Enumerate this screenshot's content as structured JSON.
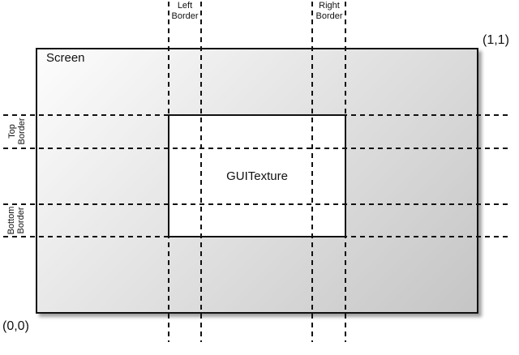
{
  "diagram": {
    "screen_label": "Screen",
    "guitexture_label": "GUITexture",
    "coordinates": {
      "origin": "(0,0)",
      "top_right": "(1,1)"
    },
    "border_labels": {
      "left": {
        "line1": "Left",
        "line2": "Border"
      },
      "right": {
        "line1": "Right",
        "line2": "Border"
      },
      "top": {
        "line1": "Top",
        "line2": "Border"
      },
      "bottom": {
        "line1": "Bottom",
        "line2": "Border"
      }
    },
    "colors": {
      "gradient_start": "#fdfdfd",
      "gradient_end": "#c5c5c5",
      "line": "#111111",
      "texture_fill": "#ffffff"
    }
  }
}
